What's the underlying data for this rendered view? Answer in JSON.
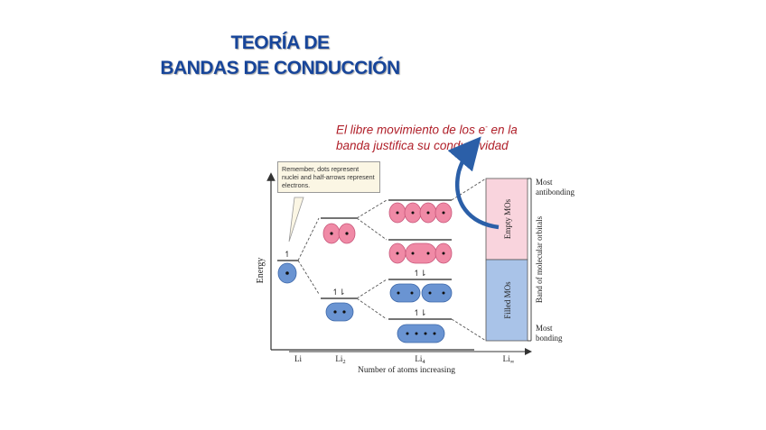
{
  "title": {
    "line1": "TEORÍA DE",
    "line2": "BANDAS DE CONDUCCIÓN"
  },
  "caption": {
    "part1": "El libre movimiento de los e",
    "sup": "-",
    "part2": " en la",
    "line2": "banda justifica su conductividad"
  },
  "callout": "Remember, dots represent nuclei and half-arrows represent electrons.",
  "axes": {
    "y_label": "Energy",
    "x_label": "Number of atoms increasing"
  },
  "columns": {
    "li": "Li",
    "li2_base": "Li",
    "li2_sub": "2",
    "li4_base": "Li",
    "li4_sub": "4",
    "liinf_base": "Li",
    "liinf_sub": "∞"
  },
  "band": {
    "empty_label": "Empty MOs",
    "filled_label": "Filled MOs",
    "side_label": "Band of molecular orbitals",
    "top_label_1": "Most",
    "top_label_2": "antibonding",
    "bottom_label_1": "Most",
    "bottom_label_2": "bonding"
  },
  "electrons": {
    "single": "↿",
    "pair": "↿⇂"
  },
  "colors": {
    "title": "#17459a",
    "caption": "#b0202a",
    "antibonding": "#f08aa6",
    "bonding": "#6a94d2",
    "band_empty": "#f9d4dd",
    "band_filled": "#a9c3e8"
  }
}
